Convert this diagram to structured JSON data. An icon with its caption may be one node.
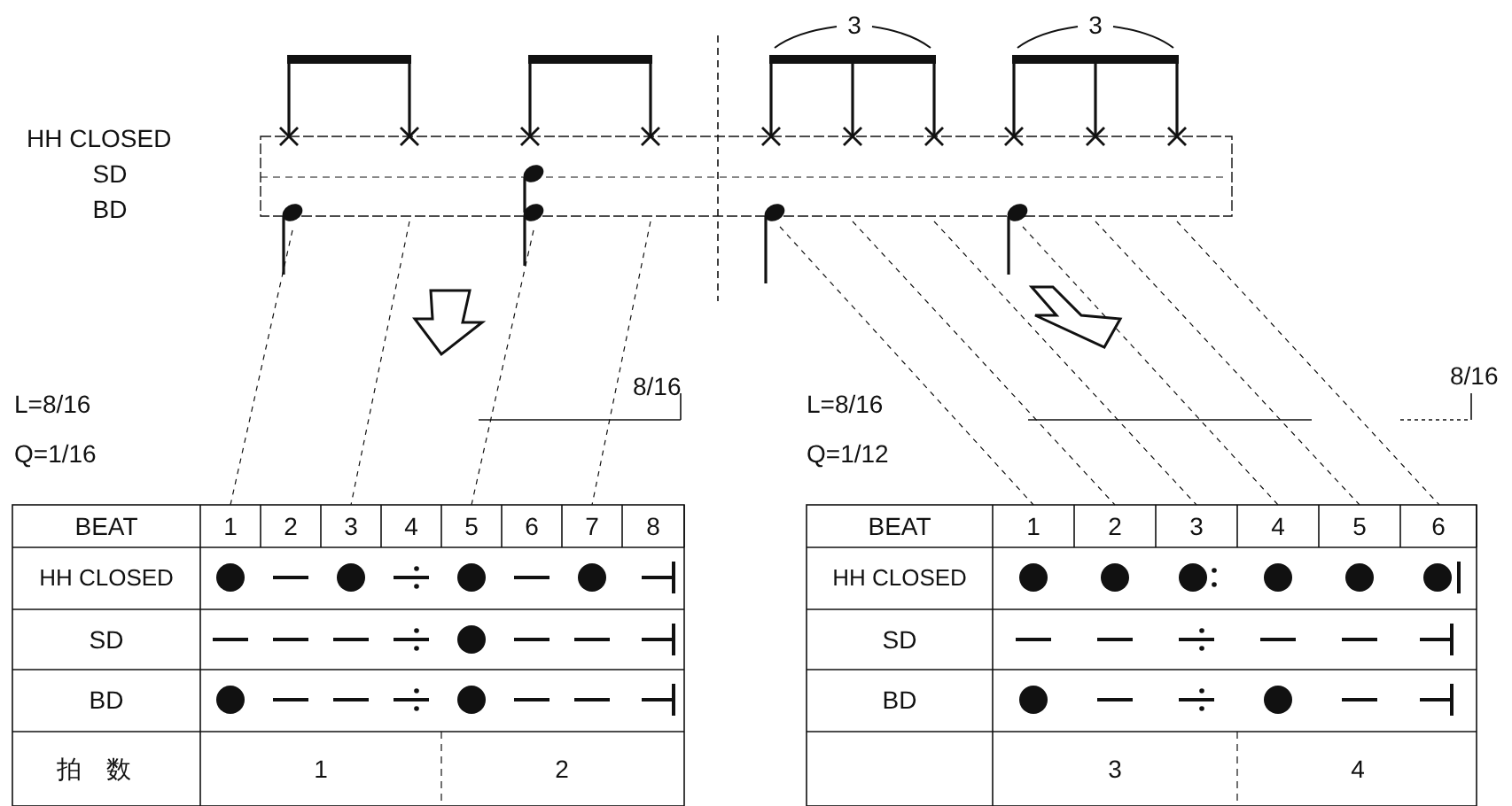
{
  "diagram": {
    "labels": [
      "HH CLOSED",
      "SD",
      "BD",
      "3",
      "3",
      "L=8/16",
      "Q=1/16",
      "8/16",
      "L=8/16",
      "Q=1/12",
      "8/16",
      "BEAT",
      "1",
      "2",
      "3",
      "4",
      "5",
      "6",
      "7",
      "8",
      "HH CLOSED",
      "SD",
      "BD",
      "拍数",
      "1",
      "2",
      "BEAT",
      "1",
      "2",
      "3",
      "4",
      "5",
      "6",
      "HH CLOSED",
      "SD",
      "BD",
      "3",
      "4"
    ]
  }
}
